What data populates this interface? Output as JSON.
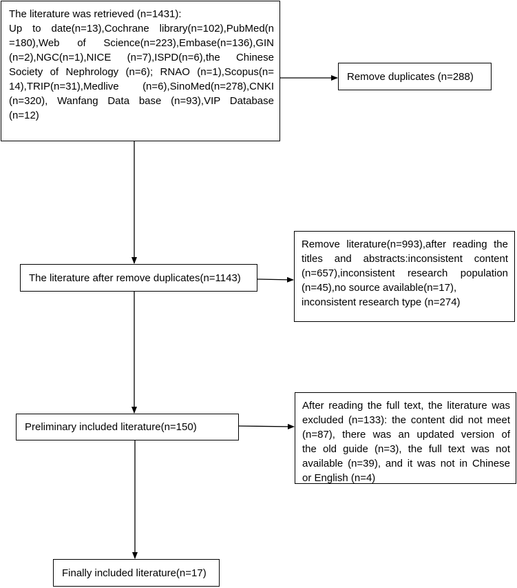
{
  "boxes": {
    "retrieved": {
      "lines": [
        "The literature was retrieved (n=1431):",
        "Up to date(n=13),Cochrane library(n=102),PubMed(n",
        "=180),Web of Science(n=223),Embase(n=136),GIN",
        "(n=2),NGC(n=1),NICE (n=7),ISPD(n=6),the Chinese",
        "Society of Nephrology (n=6); RNAO (n=1),Scopus(n=",
        "14),TRIP(n=31),Medlive (n=6),SinoMed(n=278),CNKI",
        " (n=320), Wanfang Data base (n=93),VIP Database",
        "(n=12)"
      ]
    },
    "remove_duplicates": "Remove duplicates (n=288)",
    "after_duplicates": "The literature after remove duplicates(n=1143)",
    "remove_titles_abstracts": {
      "lines": [
        "Remove literature(n=993),after reading the",
        " titles and abstracts:inconsistent content",
        "(n=657),inconsistent research population",
        "(n=45),no source available(n=17),",
        "inconsistent research type (n=274)"
      ]
    },
    "preliminary_included": "Preliminary included literature(n=150)",
    "excluded_full_text": {
      "lines": [
        "After reading the full text, the literature was",
        "excluded (n=133): the content did not meet",
        "(n=87), there was an updated version of",
        "the old guide (n=3), the full text was not",
        "available (n=39), and it was not in Chinese",
        "or English (n=4)"
      ]
    },
    "finally_included": "Finally included literature(n=17)"
  },
  "colors": {
    "stroke": "#000000",
    "background": "#ffffff",
    "text": "#000000"
  }
}
